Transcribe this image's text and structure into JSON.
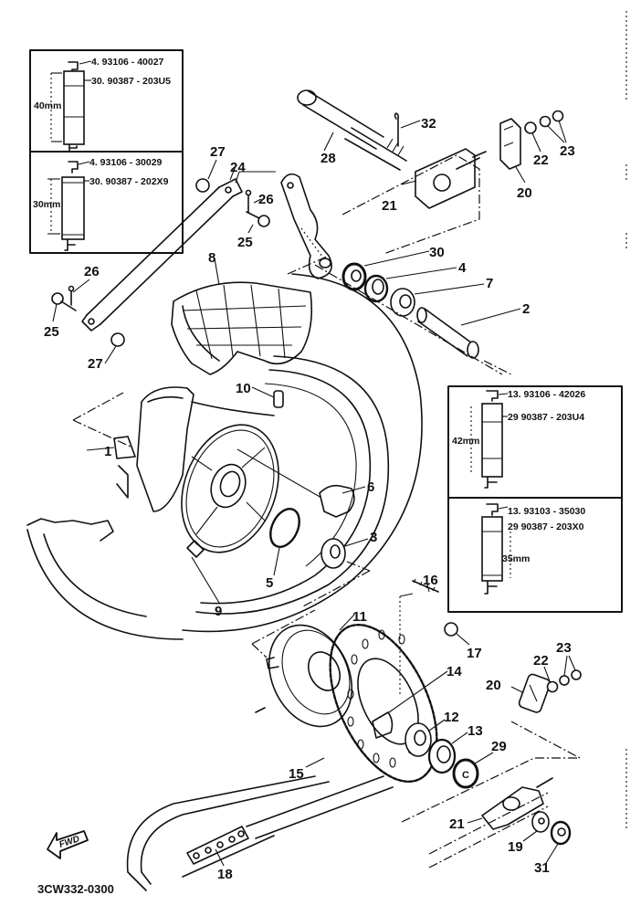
{
  "diagram": {
    "code": "3CW332-0300",
    "fwd_label": "FWD",
    "callouts": [
      {
        "id": "c1",
        "text": "1"
      },
      {
        "id": "c2",
        "text": "2"
      },
      {
        "id": "c3",
        "text": "3"
      },
      {
        "id": "c4",
        "text": "4"
      },
      {
        "id": "c5",
        "text": "5"
      },
      {
        "id": "c6",
        "text": "6"
      },
      {
        "id": "c7",
        "text": "7"
      },
      {
        "id": "c8",
        "text": "8"
      },
      {
        "id": "c9",
        "text": "9"
      },
      {
        "id": "c10",
        "text": "10"
      },
      {
        "id": "c11",
        "text": "11"
      },
      {
        "id": "c12",
        "text": "12"
      },
      {
        "id": "c13",
        "text": "13"
      },
      {
        "id": "c14",
        "text": "14"
      },
      {
        "id": "c15",
        "text": "15"
      },
      {
        "id": "c16",
        "text": "16"
      },
      {
        "id": "c17",
        "text": "17"
      },
      {
        "id": "c18",
        "text": "18"
      },
      {
        "id": "c19",
        "text": "19"
      },
      {
        "id": "c20a",
        "text": "20"
      },
      {
        "id": "c20b",
        "text": "20"
      },
      {
        "id": "c21a",
        "text": "21"
      },
      {
        "id": "c21b",
        "text": "21"
      },
      {
        "id": "c22a",
        "text": "22"
      },
      {
        "id": "c22b",
        "text": "22"
      },
      {
        "id": "c23a",
        "text": "23"
      },
      {
        "id": "c23b",
        "text": "23"
      },
      {
        "id": "c24",
        "text": "24"
      },
      {
        "id": "c25a",
        "text": "25"
      },
      {
        "id": "c25b",
        "text": "25"
      },
      {
        "id": "c26a",
        "text": "26"
      },
      {
        "id": "c26b",
        "text": "26"
      },
      {
        "id": "c27a",
        "text": "27"
      },
      {
        "id": "c27b",
        "text": "27"
      },
      {
        "id": "c28",
        "text": "28"
      },
      {
        "id": "c29",
        "text": "29"
      },
      {
        "id": "c30",
        "text": "30"
      },
      {
        "id": "c31",
        "text": "31"
      },
      {
        "id": "c32",
        "text": "32"
      }
    ],
    "insets": [
      {
        "name": "inset-left-40mm",
        "dimension": "40mm",
        "lines": [
          "4. 93106 - 40027",
          "30. 90387 - 203U5"
        ]
      },
      {
        "name": "inset-left-30mm",
        "dimension": "30mm",
        "lines": [
          "4. 93106 - 30029",
          "30. 90387 - 202X9"
        ]
      },
      {
        "name": "inset-right-42mm",
        "dimension": "42mm",
        "lines": [
          "13. 93106 - 42026",
          "29  90387 - 203U4"
        ]
      },
      {
        "name": "inset-right-35mm",
        "dimension": "35mm",
        "lines": [
          "13. 93103 - 35030",
          "29  90387 - 203X0"
        ]
      }
    ]
  }
}
